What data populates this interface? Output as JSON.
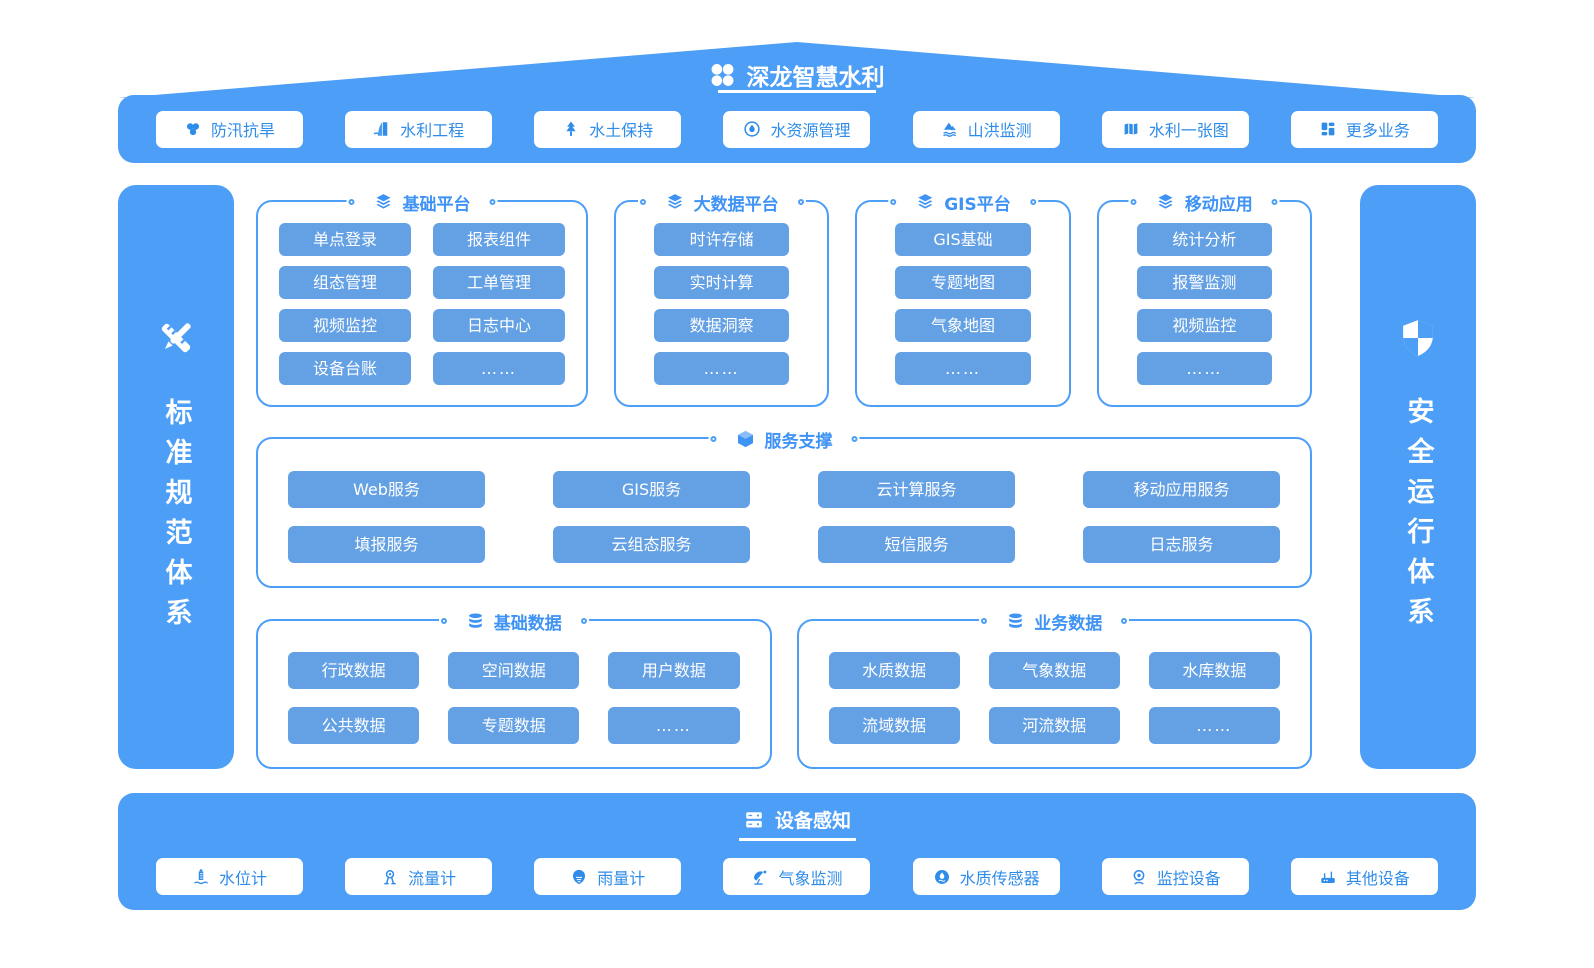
{
  "header": {
    "title": "深龙智慧水利",
    "nav": [
      {
        "label": "防汛抗旱",
        "icon": "flood-drought-icon"
      },
      {
        "label": "水利工程",
        "icon": "dam-icon"
      },
      {
        "label": "水土保持",
        "icon": "tree-icon"
      },
      {
        "label": "水资源管理",
        "icon": "water-drop-circle-icon"
      },
      {
        "label": "山洪监测",
        "icon": "mountain-wave-icon"
      },
      {
        "label": "水利一张图",
        "icon": "map-icon"
      },
      {
        "label": "更多业务",
        "icon": "grid-icon"
      }
    ]
  },
  "left_sidebar": {
    "title": "标准规范体系",
    "icon": "ruler-pen-icon"
  },
  "right_sidebar": {
    "title": "安全运行体系",
    "icon": "shield-icon"
  },
  "platforms": [
    {
      "title": "基础平台",
      "icon": "layers-icon",
      "items": [
        "单点登录",
        "报表组件",
        "组态管理",
        "工单管理",
        "视频监控",
        "日志中心",
        "设备台账",
        "……"
      ]
    },
    {
      "title": "大数据平台",
      "icon": "layers-icon",
      "items": [
        "时许存储",
        "实时计算",
        "数据洞察",
        "……"
      ]
    },
    {
      "title": "GIS平台",
      "icon": "layers-icon",
      "items": [
        "GIS基础",
        "专题地图",
        "气象地图",
        "……"
      ]
    },
    {
      "title": "移动应用",
      "icon": "layers-icon",
      "items": [
        "统计分析",
        "报警监测",
        "视频监控",
        "……"
      ]
    }
  ],
  "services": {
    "title": "服务支撑",
    "icon": "cube-icon",
    "items": [
      "Web服务",
      "GIS服务",
      "云计算服务",
      "移动应用服务",
      "填报服务",
      "云组态服务",
      "短信服务",
      "日志服务"
    ]
  },
  "data_sections": [
    {
      "title": "基础数据",
      "icon": "database-icon",
      "items": [
        "行政数据",
        "空间数据",
        "用户数据",
        "公共数据",
        "专题数据",
        "……"
      ]
    },
    {
      "title": "业务数据",
      "icon": "database-icon",
      "items": [
        "水质数据",
        "气象数据",
        "水库数据",
        "流域数据",
        "河流数据",
        "……"
      ]
    }
  ],
  "footer": {
    "title": "设备感知",
    "icon": "server-icon",
    "devices": [
      {
        "label": "水位计",
        "icon": "water-level-icon"
      },
      {
        "label": "流量计",
        "icon": "flow-meter-icon"
      },
      {
        "label": "雨量计",
        "icon": "rain-gauge-icon"
      },
      {
        "label": "气象监测",
        "icon": "satellite-dish-icon"
      },
      {
        "label": "水质传感器",
        "icon": "water-quality-icon"
      },
      {
        "label": "监控设备",
        "icon": "camera-icon"
      },
      {
        "label": "其他设备",
        "icon": "router-icon"
      }
    ]
  },
  "colors": {
    "primary": "#4C9EF6",
    "chip_fill": "#63A0E4",
    "nav_text": "#2F8CE9",
    "background": "#FFFFFF"
  }
}
